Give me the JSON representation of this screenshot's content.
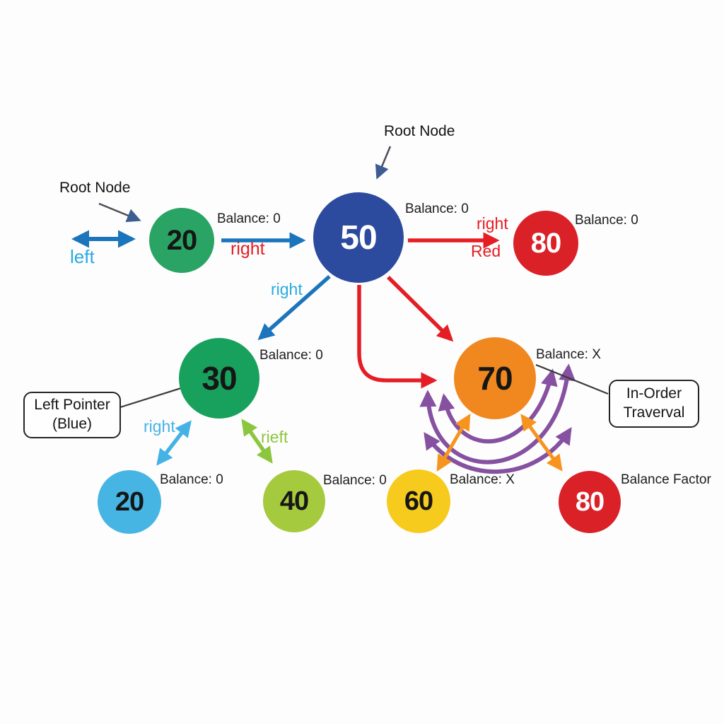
{
  "palette": {
    "node_green_top": "#2aa465",
    "node_green_30": "#18a15d",
    "node_navy": "#2c4b9e",
    "node_red": "#da2128",
    "node_sky": "#47b5e3",
    "node_lime": "#a6ca3d",
    "node_yellow": "#f6cb1e",
    "node_orange": "#f0881f",
    "arrow_blue": "#1b75bc",
    "arrow_sky": "#45b2e5",
    "arrow_red": "#e51d25",
    "arrow_green": "#8cc63e",
    "arrow_purple": "#8551a0",
    "arrow_orange": "#f7941e",
    "text_dark": "#1d1d1d"
  },
  "annotations": {
    "root_left": "Root Node",
    "root_center": "Root Node",
    "balance_factor": "Balance Factor"
  },
  "callouts": {
    "left_pointer": {
      "line1": "Left Pointer",
      "line2": "(Blue)"
    },
    "inorder": {
      "line1": "In-Order",
      "line2": "Traverval"
    }
  },
  "edge_labels": {
    "left": "left",
    "right_20_50": "right",
    "right_50_80": "right",
    "red_50_80": "Red",
    "right_50_30": "right",
    "right_30_20": "right",
    "rieft_30_40": "rieft"
  },
  "nodes": {
    "n20_top": {
      "value": "20",
      "balance": "Balance: 0"
    },
    "n50": {
      "value": "50",
      "balance": "Balance: 0"
    },
    "n80_top": {
      "value": "80",
      "balance": "Balance: 0"
    },
    "n30": {
      "value": "30",
      "balance": "Balance: 0"
    },
    "n20_bottom": {
      "value": "20",
      "balance": "Balance: 0"
    },
    "n40": {
      "value": "40",
      "balance": "Balance: 0"
    },
    "n70": {
      "value": "70",
      "balance": "Balance: X"
    },
    "n60": {
      "value": "60",
      "balance": "Balance: X"
    },
    "n80_bottom": {
      "value": "80"
    }
  }
}
